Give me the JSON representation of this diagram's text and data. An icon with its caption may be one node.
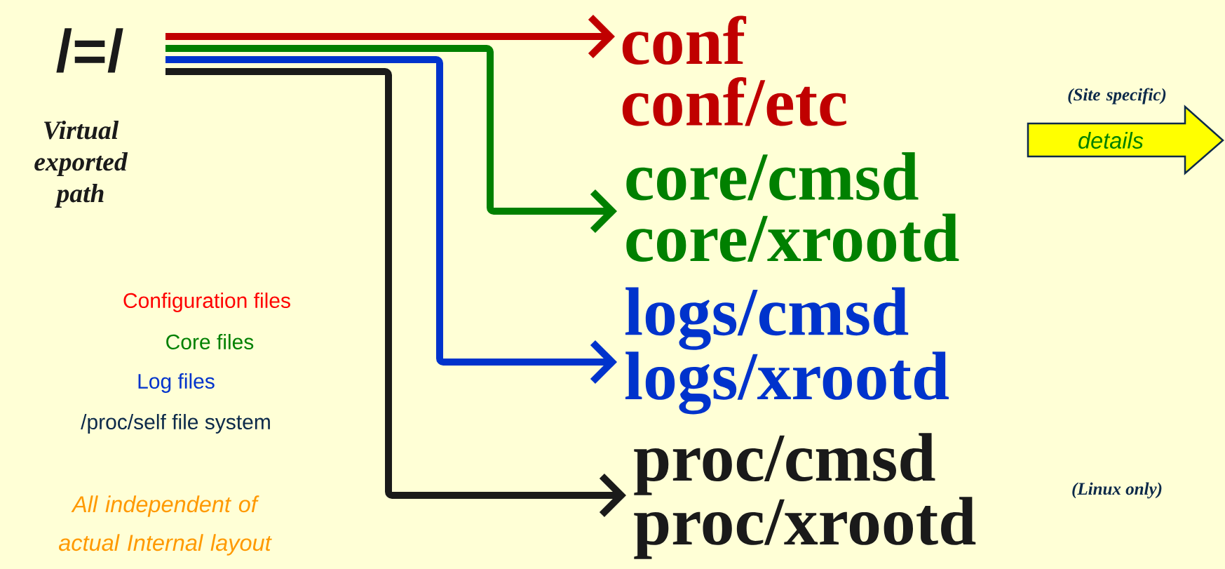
{
  "diagram": {
    "nodes": [
      {
        "text": [
          "/=/"
        ],
        "beside": [
          "Virtual exported path"
        ]
      },
      {
        "text": [
          "conf",
          "conf/etc"
        ]
      },
      {
        "text": [
          "core/cmsd",
          "core/xrootd"
        ]
      },
      {
        "text": [
          "logs/cmsd",
          "logs/xrootd"
        ]
      },
      {
        "text": [
          "proc/cmsd",
          "proc/xrootd"
        ]
      },
      {
        "text": [
          "details"
        ],
        "beside": [
          "(Site specific)"
        ]
      }
    ],
    "edges": [
      {
        "from": 0,
        "to": 1,
        "arrow": "to",
        "color": "#c00000"
      },
      {
        "from": 0,
        "to": 2,
        "arrow": "to",
        "color": "#008000"
      },
      {
        "from": 0,
        "to": 3,
        "arrow": "to",
        "color": "#0033cc"
      },
      {
        "from": 0,
        "to": 4,
        "arrow": "to",
        "color": "#1a1a1a"
      }
    ],
    "labels": [
      "Configuration files",
      "Core files",
      "Log files",
      "/proc/self file system",
      "(Linux only)",
      "All independent of actual Internal layout"
    ]
  }
}
